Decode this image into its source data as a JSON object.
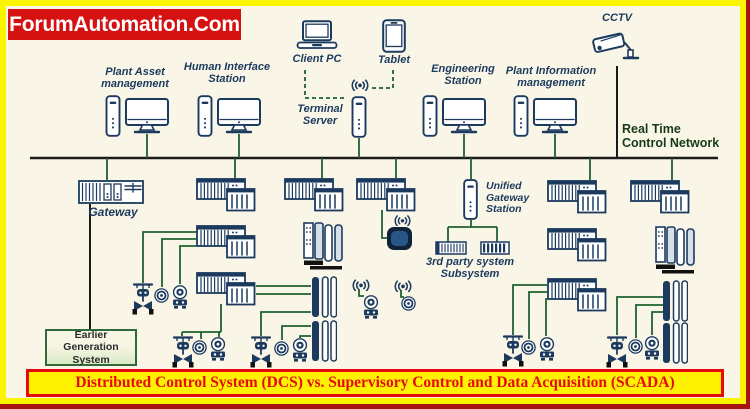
{
  "logo": {
    "text": "ForumAutomation.Com"
  },
  "banner": {
    "text": "Distributed Control System (DCS) vs. Supervisory Control and Data Acquisition (SCADA)"
  },
  "network_label": "Real Time\nControl Network",
  "stations": {
    "plant_asset": "Plant Asset\nmanagement",
    "human_interface": "Human Interface\nStation",
    "client_pc": "Client PC",
    "tablet": "Tablet",
    "terminal_server": "Terminal\nServer",
    "engineering": "Engineering\nStation",
    "plant_info": "Plant Information\nmanagement",
    "cctv": "CCTV"
  },
  "nodes": {
    "gateway": "Gateway",
    "unified_gateway": "Unified\nGateway\nStation",
    "third_party": "3rd party system\nSubsystem",
    "earlier_generation": "Earlier Generation\nSystem"
  },
  "icons": {
    "workstation": "desktop-tower-and-monitor",
    "laptop": "client-pc-laptop",
    "tablet": "tablet-device",
    "tower": "server-tower",
    "wifi": "wireless-signal",
    "cctv": "security-camera",
    "rack": "controller-io-rack",
    "gateway_rack": "plc-gateway-rack",
    "server_stack": "server-cards-stack",
    "io_bars": "io-marshalling-bars",
    "mini_rack": "third-party-io-rack",
    "valve": "control-valve",
    "gauge": "field-gauge",
    "transmitter": "field-transmitter",
    "wireless_gateway": "wireless-field-gateway"
  },
  "colors": {
    "yellow_border": "#FAF400",
    "cream_bg": "#F9F6E7",
    "logo_red": "#D51111",
    "banner_red": "#E80A0A",
    "banner_yellow": "#FFF200",
    "navy": "#1C3A5E",
    "green": "#1E6130",
    "ink": "#1A1A1A",
    "rtcn_green": "#173B17",
    "egs_green": "#2F6B3A",
    "edge_red": "#A81414",
    "device_blue": "#2D5F95"
  }
}
